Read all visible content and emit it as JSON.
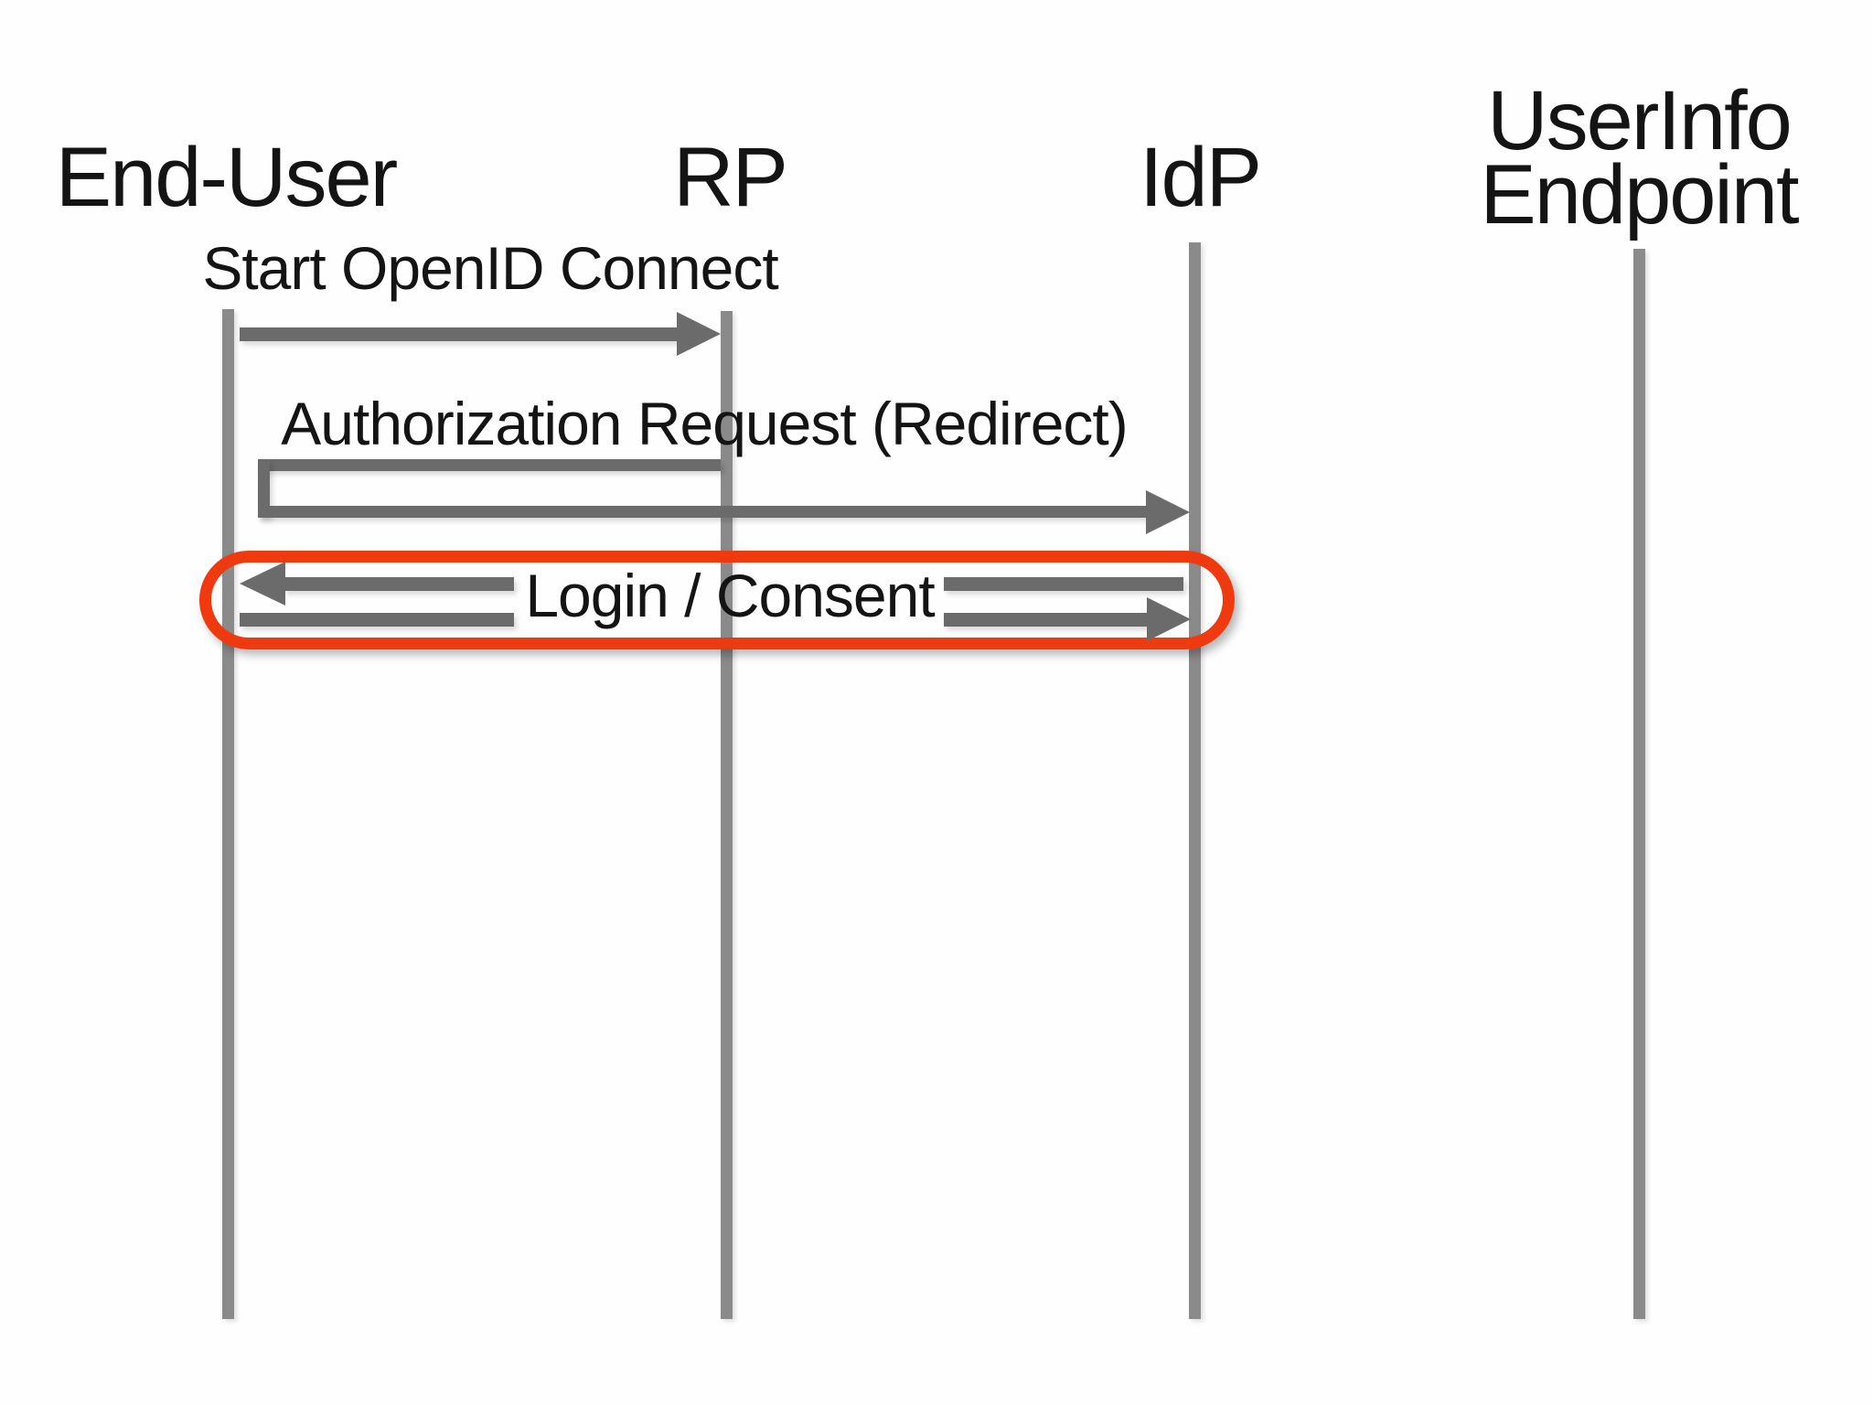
{
  "diagram": {
    "type": "sequence-diagram",
    "topic": "OpenID Connect authentication flow",
    "actors": [
      {
        "id": "end-user",
        "label": "End-User"
      },
      {
        "id": "rp",
        "label": "RP"
      },
      {
        "id": "idp",
        "label": "IdP"
      },
      {
        "id": "userinfo-endpoint",
        "label_lines": [
          "UserInfo",
          "Endpoint"
        ]
      }
    ],
    "messages": [
      {
        "label": "Start OpenID Connect",
        "from": "End-User",
        "to": "RP",
        "direction": "right",
        "highlighted": false
      },
      {
        "label": "Authorization Request (Redirect)",
        "from": "RP",
        "to": "IdP",
        "via": "End-User",
        "direction": "right",
        "shape": "bent-redirect",
        "highlighted": false
      },
      {
        "label": "Login / Consent",
        "from": "End-User",
        "to": "IdP",
        "direction": "both",
        "highlighted": true
      }
    ],
    "colors": {
      "lifeline_gray": "#8a8a8a",
      "arrow_gray": "#6b6b6b",
      "highlight_red": "#ee3a0e",
      "text_black": "#141414",
      "background": "#fefefe"
    }
  }
}
